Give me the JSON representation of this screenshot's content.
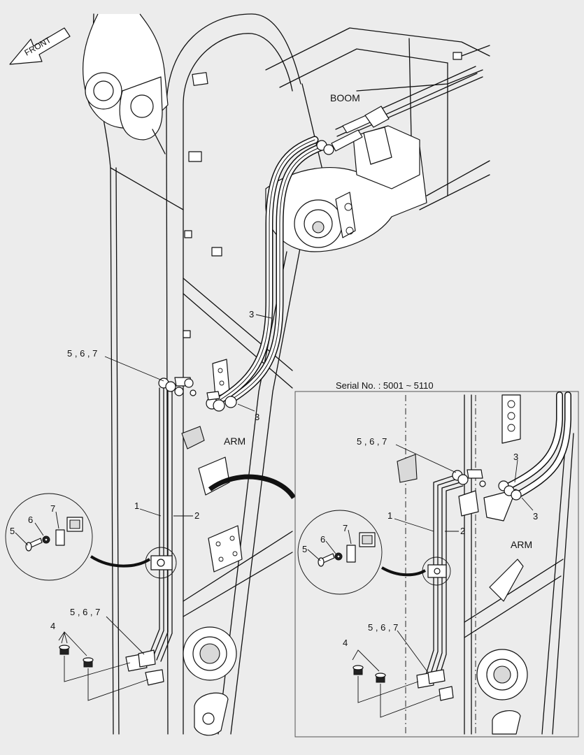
{
  "direction": {
    "label": "FRONT"
  },
  "regions": {
    "boom": "BOOM",
    "arm_main": "ARM",
    "arm_inset": "ARM"
  },
  "inset": {
    "title": "Serial No. : 5001 ~ 5110"
  },
  "callouts": {
    "main": {
      "c1": "1",
      "c2": "2",
      "c3_upper": "3",
      "c3_lower": "3",
      "c567_upper": "5 , 6 , 7",
      "c567_lower": "5 , 6 , 7",
      "c4": "4",
      "c5": "5",
      "c6": "6",
      "c7": "7"
    },
    "inset": {
      "c1": "1",
      "c2": "2",
      "c3_upper": "3",
      "c3_lower": "3",
      "c567_upper": "5 , 6 , 7",
      "c567_lower": "5 , 6 , 7",
      "c4": "4",
      "c5": "5",
      "c6": "6",
      "c7": "7"
    }
  },
  "icons": [
    "arrow-front-icon",
    "detail-circle-icon",
    "bolt-icon",
    "washer-icon",
    "clamp-icon",
    "plug-icon",
    "fitting-icon"
  ]
}
